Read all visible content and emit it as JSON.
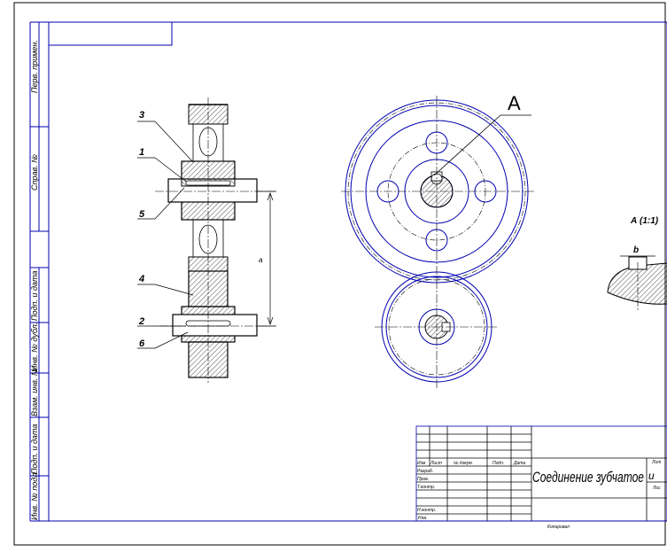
{
  "side_stamps": {
    "perv_primen": "Перв. примен.",
    "sprav_no": "Справ. №",
    "podp_data_1": "Подп. и дата",
    "inv_no_dubl": "Инв. № дубл.",
    "vzam_inv_no": "Взам. инв. №",
    "podp_data_2": "Подп. и дата",
    "inv_no_podl": "Инв. № подл."
  },
  "callouts": {
    "c3": "3",
    "c1": "1",
    "c5": "5",
    "c4": "4",
    "c2": "2",
    "c6": "6",
    "dim_a": "a",
    "view_a": "А",
    "detail_title": "А (1:1)",
    "dim_b": "b"
  },
  "title_block": {
    "title": "Соединение зубчатое",
    "col_izm": "Изм",
    "col_list": "Лист",
    "col_doc": "№ докум.",
    "col_podp": "Подп.",
    "col_data": "Дата",
    "razrab": "Разраб.",
    "prov": "Пров.",
    "tkontr": "Т.контр.",
    "nkontr": "Н.контр.",
    "utv": "Утв.",
    "copied": "Копировал",
    "lit": "Лит",
    "list": "Лис",
    "extra": "и"
  },
  "colors": {
    "line": "#000000",
    "frame": "#0000b0",
    "hatch": "#000000"
  }
}
